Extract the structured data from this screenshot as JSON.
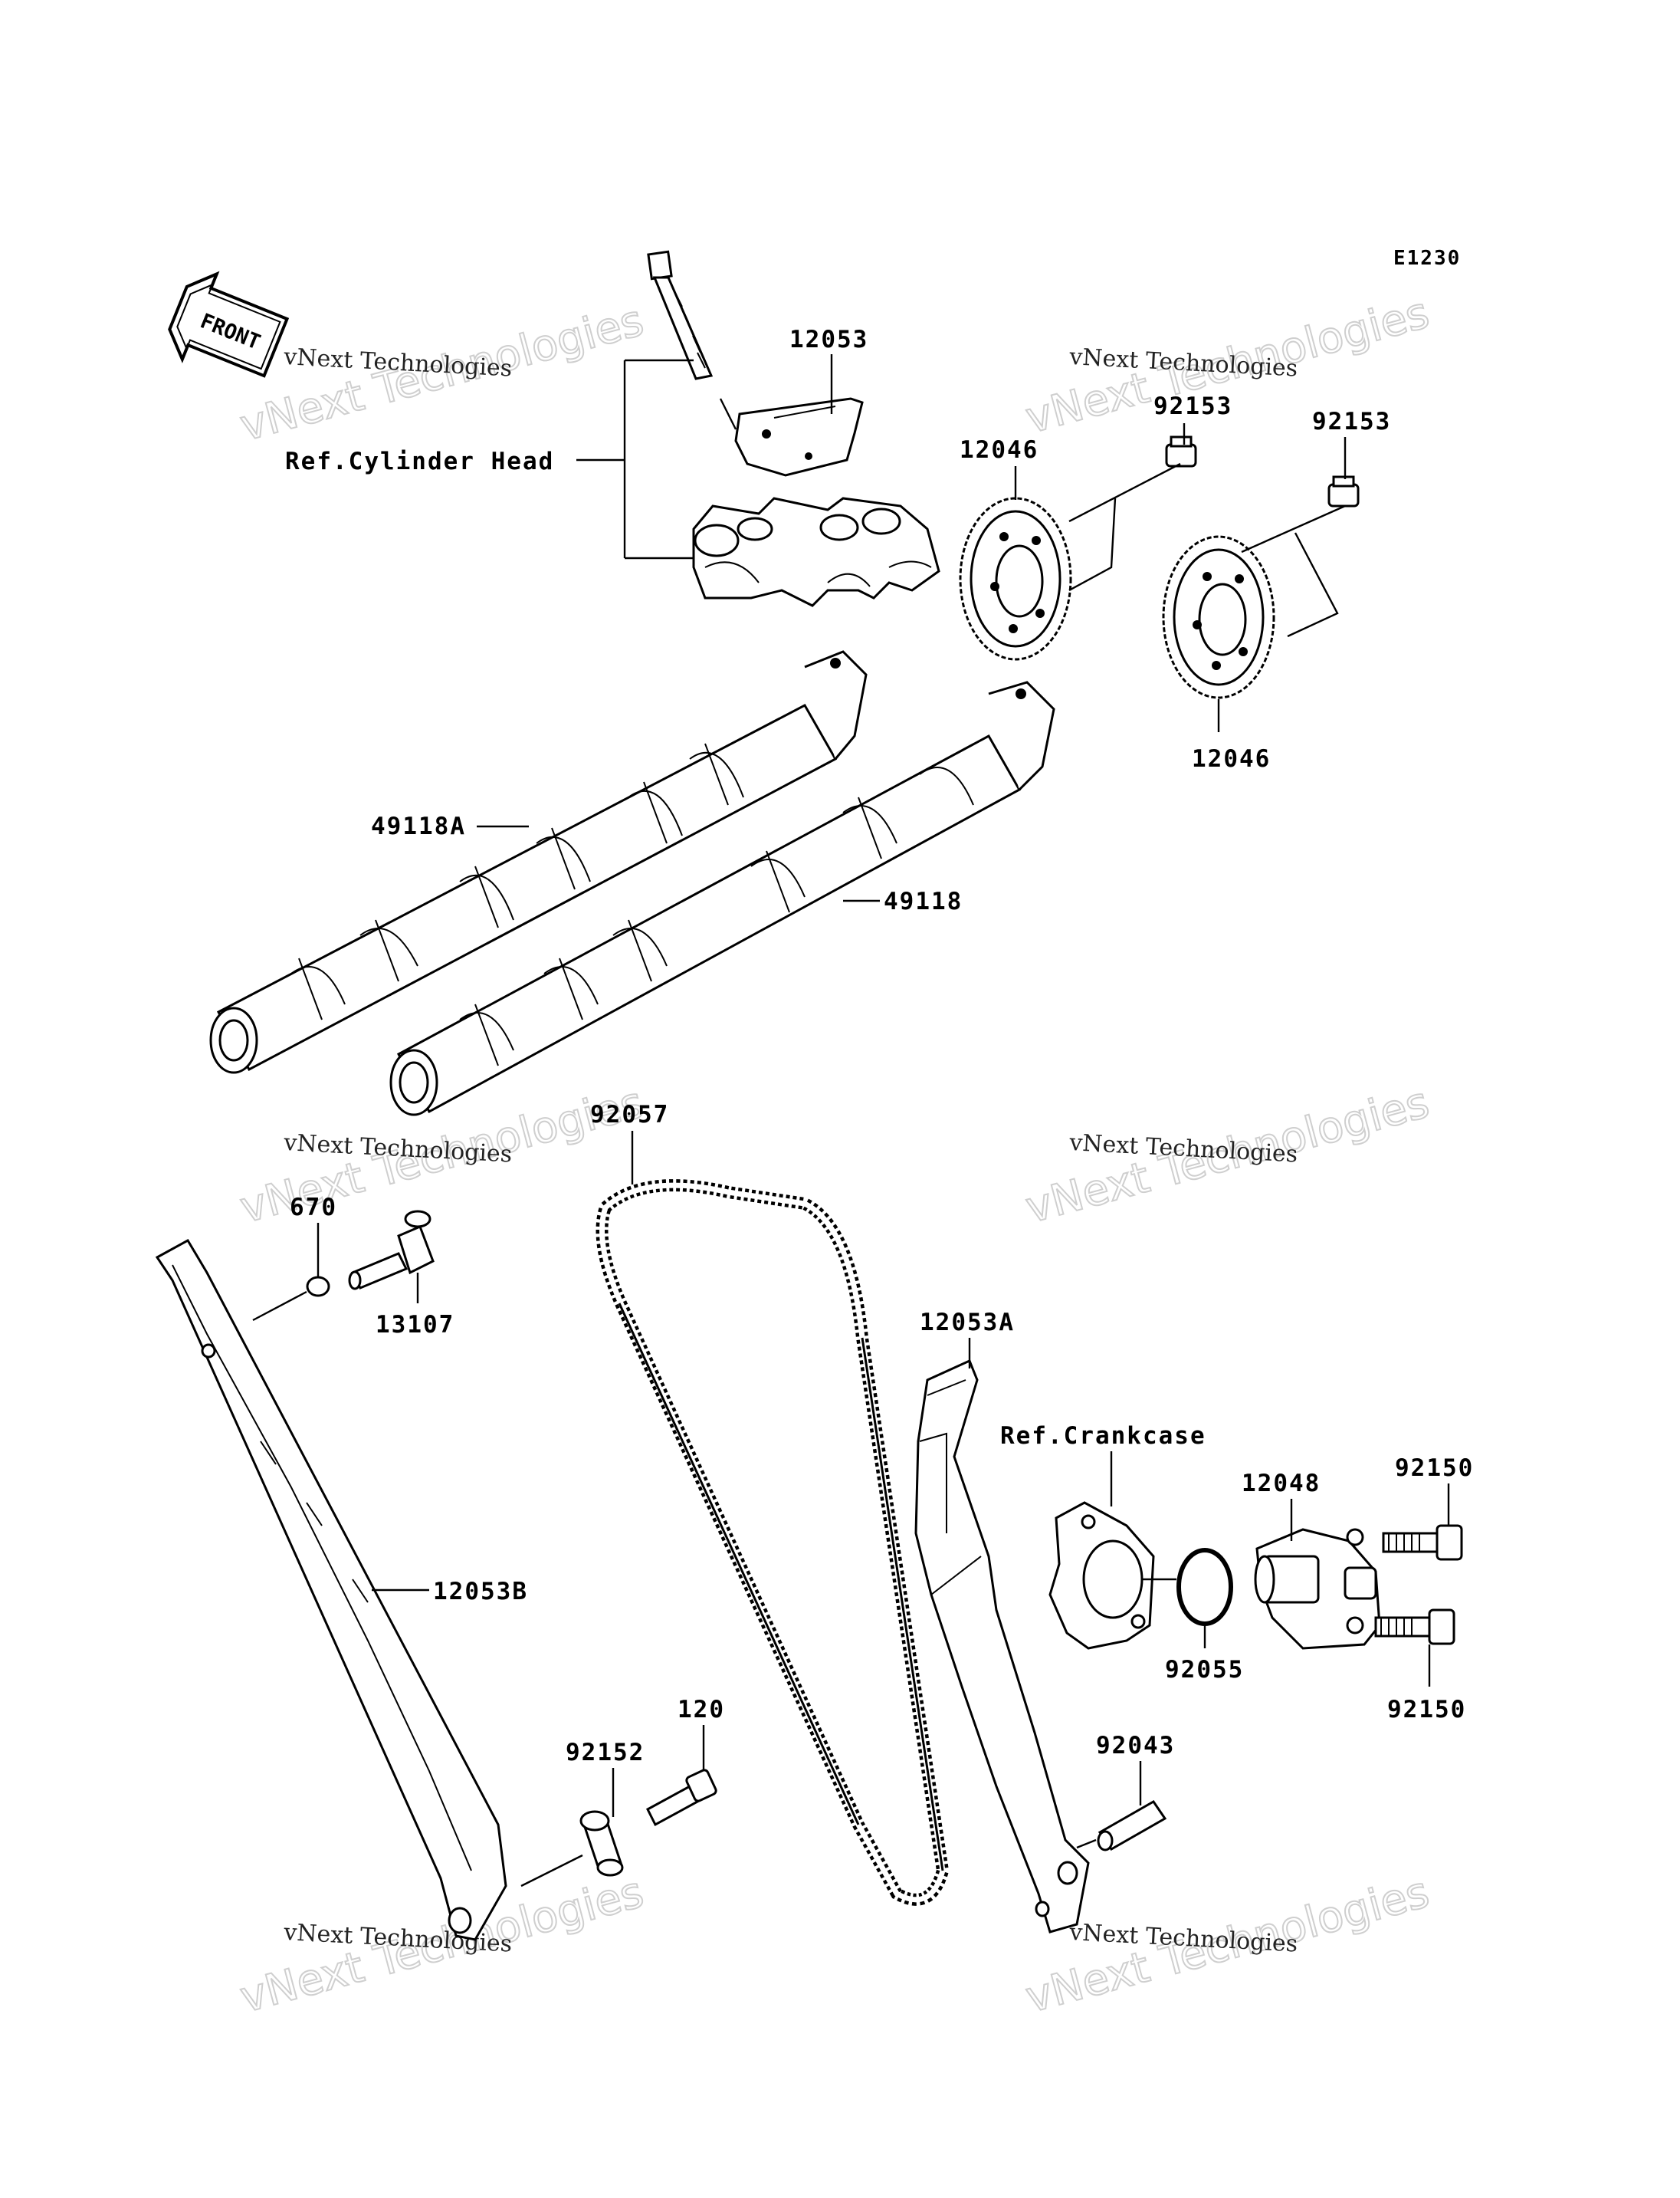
{
  "diagram_code": "E1230",
  "front_arrow": {
    "label": "FRONT",
    "icon": "front-arrow-icon"
  },
  "references": {
    "cylinder_head": "Ref.Cylinder Head",
    "crankcase": "Ref.Crankcase"
  },
  "watermarks": [
    {
      "line1": "vNext Technologies",
      "line2": "vNext Technologies"
    },
    {
      "line1": "vNext Technologies",
      "line2": "vNext Technologies"
    },
    {
      "line1": "vNext Technologies",
      "line2": "vNext Technologies"
    },
    {
      "line1": "vNext Technologies",
      "line2": "vNext Technologies"
    },
    {
      "line1": "vNext Technologies",
      "line2": "vNext Technologies"
    },
    {
      "line1": "vNext Technologies",
      "line2": "vNext Technologies"
    }
  ],
  "parts": {
    "p12053": "12053",
    "p12046_top": "12046",
    "p92153_a": "92153",
    "p92153_b": "92153",
    "p12046_bottom": "12046",
    "p49118A": "49118A",
    "p49118": "49118",
    "p92057": "92057",
    "p670": "670",
    "p13107": "13107",
    "p12053A": "12053A",
    "p12048": "12048",
    "p92150_top": "92150",
    "p92150_bottom": "92150",
    "p92055": "92055",
    "p12053B": "12053B",
    "p120": "120",
    "p92152": "92152",
    "p92043": "92043"
  }
}
